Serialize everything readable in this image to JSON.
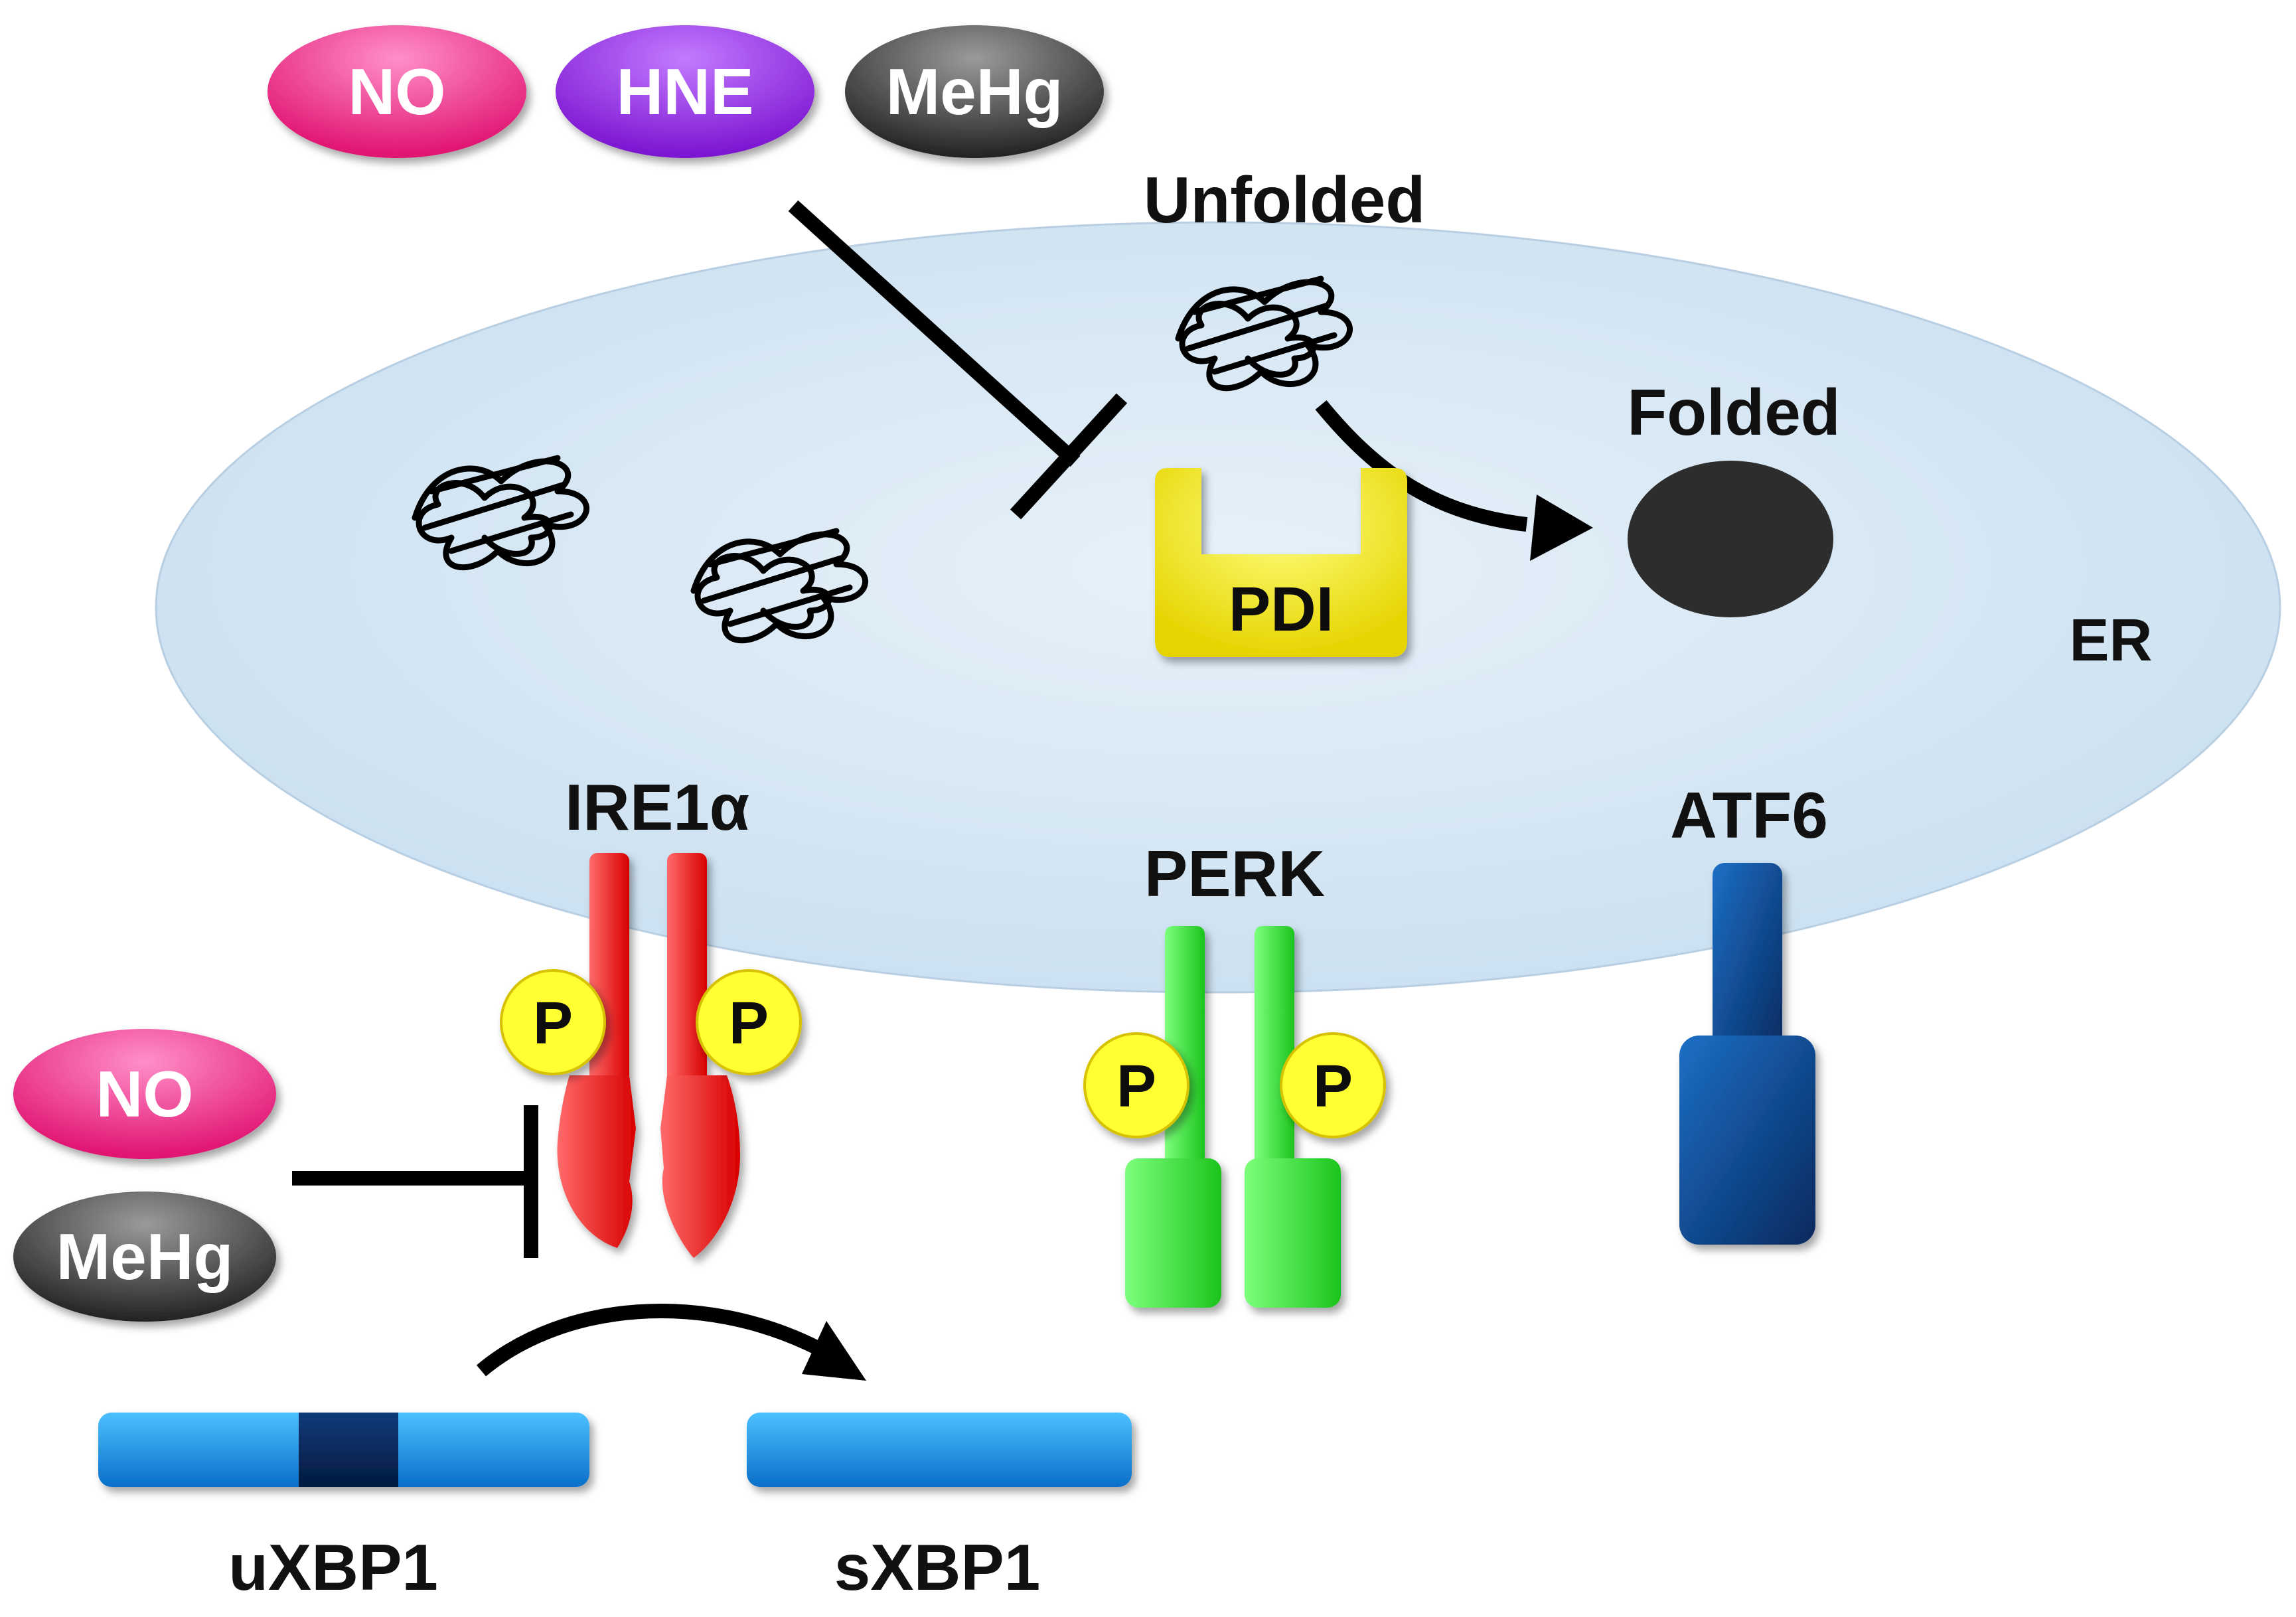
{
  "stressors_top": [
    {
      "label": "NO",
      "color": "#e8157a"
    },
    {
      "label": "HNE",
      "color": "#8a1fd8"
    },
    {
      "label": "MeHg",
      "color": "#333333"
    }
  ],
  "stressors_left": [
    {
      "label": "NO",
      "color": "#e8157a"
    },
    {
      "label": "MeHg",
      "color": "#333333"
    }
  ],
  "compartment_label": "ER",
  "protein_states": {
    "unfolded": "Unfolded",
    "folded": "Folded"
  },
  "chaperone": {
    "label": "PDI",
    "color": "#f4e400"
  },
  "sensors": {
    "ire1": {
      "label": "IRE1α",
      "color": "#ee1111"
    },
    "perk": {
      "label": "PERK",
      "color": "#22dd22"
    },
    "atf6": {
      "label": "ATF6",
      "color": "#0d4f99"
    }
  },
  "phospho_label": "P",
  "xbp1": {
    "unspliced": "uXBP1",
    "spliced": "sXBP1",
    "color": "#1a8fe0"
  }
}
